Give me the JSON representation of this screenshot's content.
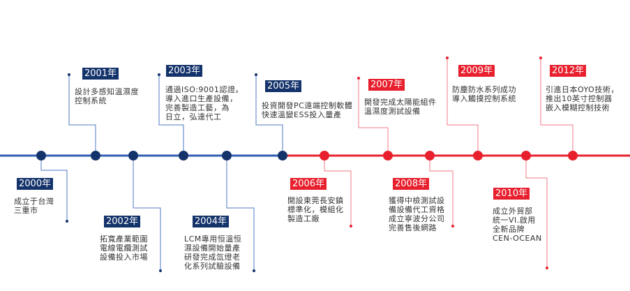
{
  "colors": {
    "blue": "#14336b",
    "red": "#e8202e"
  },
  "events": [
    {
      "year": "2000年",
      "text": "成立于台灣\n三重市"
    },
    {
      "year": "2001年",
      "text": "設計多感知溫濕度\n控制系統"
    },
    {
      "year": "2002年",
      "text": "拓寬產業範圍\n電線電纜測試\n設備投入市場"
    },
    {
      "year": "2003年",
      "text": "通過ISO:9001認證。\n導入進口生產設備，\n完善製造工藝，為\n日立，弘達代工"
    },
    {
      "year": "2004年",
      "text": "LCM專用恒溫恒\n濕設備開始量產\n研發完成氙燈老\n化系列試驗設備"
    },
    {
      "year": "2005年",
      "text": "投資開發PC遠端控制軟體\n快速溫變ESS投入量產"
    },
    {
      "year": "2006年",
      "text": "開設東莞長安鎮\n標準化，模組化\n製造工廠"
    },
    {
      "year": "2007年",
      "text": "開發完成太陽能組件\n溫濕度測試設備"
    },
    {
      "year": "2008年",
      "text": "獲得中檢測試設\n備設備代工資格\n成立寧波分公司\n完善售後網路"
    },
    {
      "year": "2009年",
      "text": "防塵防水系列成功\n導入觸摸控制系統"
    },
    {
      "year": "2010年",
      "text": "成立外貿部\n統一VI.啟用\n全新品牌\nCEN-OCEAN"
    },
    {
      "year": "2012年",
      "text": "引進日本OYO技術，\n推出10英寸控制器\n嵌入模糊控制技術"
    }
  ]
}
